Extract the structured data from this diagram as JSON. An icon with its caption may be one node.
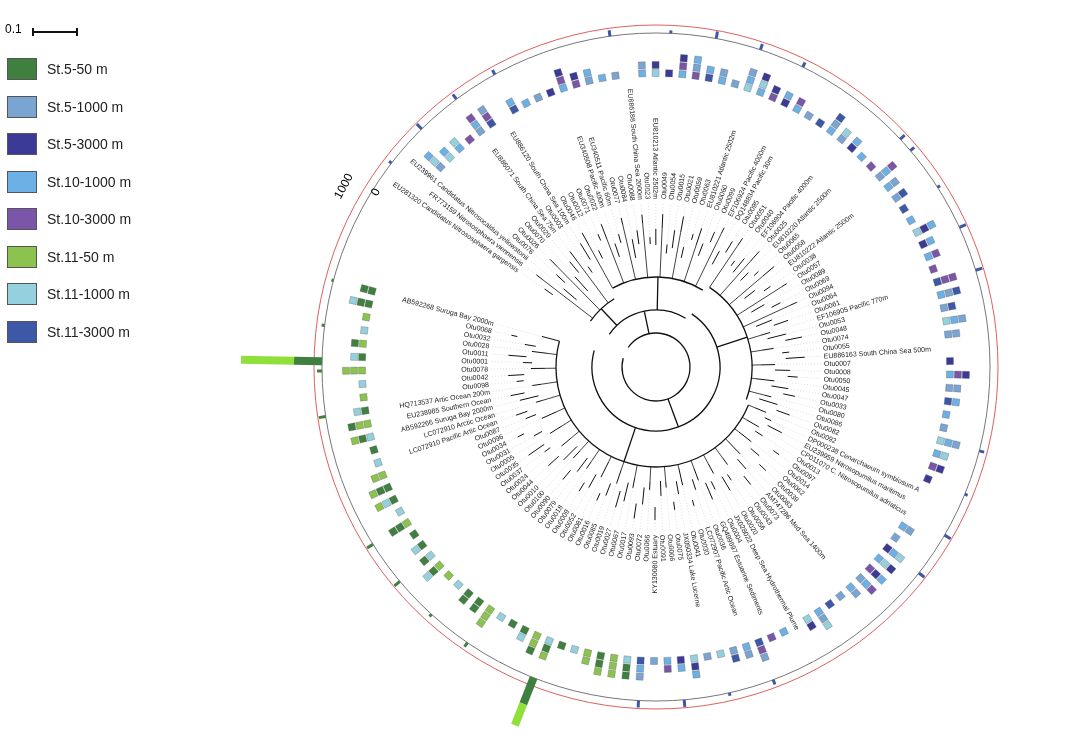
{
  "diagram": {
    "labels": [
      "0.1",
      "1000",
      "0",
      "AB592268 Suruga Bay 2000m",
      "Otu0068",
      "Otu0032",
      "Otu0028",
      "Otu0011",
      "Otu0001",
      "Otu0078",
      "Otu0042",
      "Otu0098",
      "HQ713537 Artic Ocean 200m",
      "EU238985 Southern Ocean",
      "AB592266 Suruga Bay 2000m",
      "LC072910 Arctic Ocean",
      "LC072910 Pacific Artic Ocean",
      "Otu0087",
      "Otu0096",
      "Otu0034",
      "Otu0031",
      "Otu0005",
      "Otu0035",
      "Otu0037",
      "Otu0024",
      "Otu0044",
      "Otu0010",
      "Otu0100",
      "Otu0090",
      "Otu0079",
      "Otu0018",
      "Otu0009",
      "Otu0052",
      "Otu0081",
      "Otu0016",
      "Otu0085",
      "Otu0019",
      "Otu0027",
      "Otu0067",
      "Otu0017",
      "Otu0093",
      "Otu0072",
      "Otu0066",
      "KY130080 Estuary",
      "Otu0091",
      "Otu0006",
      "Otu0075",
      "JX050334 Lake Lucerne",
      "Otu0041",
      "Otu0030",
      "LC072907 Pacific Artic Ocean",
      "Otu0036",
      "GQ499697 Estuarine Sediments",
      "Otu0004",
      "JX028022 Deep Sea Hydrothermal Plume",
      "Otu0020",
      "Otu0056",
      "Otu0043",
      "Otu0073",
      "AM747286 Med Sea 1400m",
      "Otu0083",
      "Otu0039",
      "Otu0062",
      "Otu0014",
      "Otu0097",
      "Otu0013",
      "CP011070 C. Nitrosopumilus adriaticus",
      "EU239959 Nitrosopumilus maritimus",
      "DP000238 Cenarchaeum symbiosum A",
      "Otu0092",
      "Otu0082",
      "Otu0086",
      "Otu0080",
      "Otu0033",
      "Otu0047",
      "Otu0045",
      "Otu0050",
      "Otu0008",
      "Otu0007",
      "EU886163 South China Sea 500m",
      "Otu0055",
      "Otu0074",
      "Otu0048",
      "Otu0053",
      "EF106905 Pacific 770m",
      "Otu0061",
      "Otu0064",
      "Otu0094",
      "Otu0069",
      "Otu0089",
      "Otu0057",
      "Otu0038",
      "EU810222 Atlantic 2500m",
      "Otu0058",
      "Otu0065",
      "EU281320 Candidatus Nitrososphaera gargensis",
      "FR773159 Nitrososphaera viennensis",
      "EU239961 Candidatus Nitrosocaldus yellowstonii",
      "Otu0076",
      "Otu0026",
      "Otu0070",
      "Otu0029",
      "EU886071 South China Sea 75m",
      "Otu0003",
      "EU886120 South China Sea 100m",
      "Otu0046",
      "Otu0012",
      "Otu0071",
      "Otu0022",
      "EU340508 Pacific 400m",
      "EU340511 Pacific 60m",
      "Otu0077",
      "Otu0084",
      "Otu0088",
      "EU886188 South China Sea 2000m",
      "Otu0023",
      "EU810213 Atlantic 2502m",
      "Otu0049",
      "Otu0054",
      "Otu0015",
      "Otu0021",
      "Otu0059",
      "Otu0063",
      "EU810221 Atlantic 2502m",
      "Otu0060",
      "Otu0099",
      "EF106924 Pacific 4000m",
      "DQ148834 Pacific 30m",
      "Otu0095",
      "Otu0051",
      "Otu0040",
      "EF106904 Pacific 4000m",
      "Otu0025",
      "EU810220 Atlantic 2500m"
    ],
    "legend": [
      {
        "text": "St.5-50 m",
        "color": "#3f7f3f"
      },
      {
        "text": "St.5-1000 m",
        "color": "#7aa4d2"
      },
      {
        "text": "St.5-3000 m",
        "color": "#3b3a96"
      },
      {
        "text": "St.10-1000 m",
        "color": "#6db0e6"
      },
      {
        "text": "St.10-3000 m",
        "color": "#7a55a8"
      },
      {
        "text": "St.11-50 m",
        "color": "#8cc34e"
      },
      {
        "text": "St.11-1000 m",
        "color": "#95d0de"
      },
      {
        "text": "St.11-3000 m",
        "color": "#3e58a8"
      }
    ]
  }
}
